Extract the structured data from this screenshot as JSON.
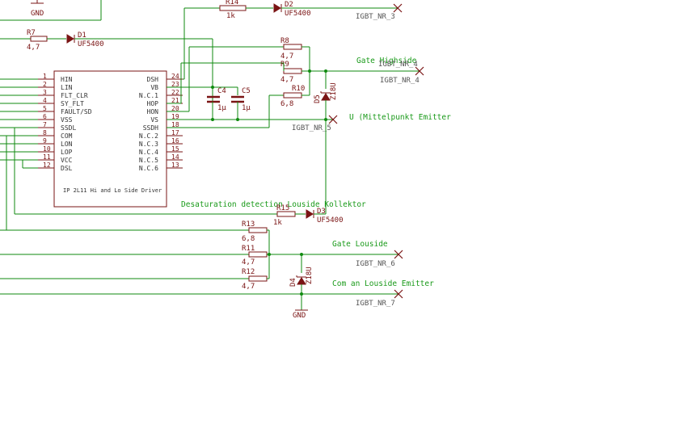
{
  "ic": {
    "title": "IP 2L11 Hi and Lo Side Driver",
    "left_pins": [
      {
        "num": "1",
        "name": "HIN"
      },
      {
        "num": "2",
        "name": "LIN"
      },
      {
        "num": "3",
        "name": "FLT_CLR"
      },
      {
        "num": "4",
        "name": "SY_FLT"
      },
      {
        "num": "5",
        "name": "FAULT/SD"
      },
      {
        "num": "6",
        "name": "VSS"
      },
      {
        "num": "7",
        "name": "SSDL"
      },
      {
        "num": "8",
        "name": "COM"
      },
      {
        "num": "9",
        "name": "LON"
      },
      {
        "num": "10",
        "name": "LOP"
      },
      {
        "num": "11",
        "name": "VCC"
      },
      {
        "num": "12",
        "name": "DSL"
      }
    ],
    "right_pins": [
      {
        "num": "24",
        "name": "DSH"
      },
      {
        "num": "23",
        "name": "VB"
      },
      {
        "num": "22",
        "name": "N.C.1"
      },
      {
        "num": "21",
        "name": "HOP"
      },
      {
        "num": "20",
        "name": "HON"
      },
      {
        "num": "19",
        "name": "VS"
      },
      {
        "num": "18",
        "name": "SSDH"
      },
      {
        "num": "17",
        "name": "N.C.2"
      },
      {
        "num": "16",
        "name": "N.C.3"
      },
      {
        "num": "15",
        "name": "N.C.4"
      },
      {
        "num": "14",
        "name": "N.C.5"
      },
      {
        "num": "13",
        "name": "N.C.6"
      }
    ]
  },
  "parts": {
    "gnd_top": "GND",
    "gnd_bottom": "GND",
    "r14": {
      "name": "R14",
      "value": "1k"
    },
    "d2": {
      "name": "D2",
      "value": "UF5400"
    },
    "r7": {
      "name": "R7",
      "value": "4,7"
    },
    "d1": {
      "name": "D1",
      "value": "UF5400"
    },
    "r8": {
      "name": "R8",
      "value": "4,7"
    },
    "r9": {
      "name": "R9",
      "value": "4,7"
    },
    "r10": {
      "name": "R10",
      "value": "6,8"
    },
    "c4": {
      "name": "C4",
      "value": "1µ"
    },
    "c5": {
      "name": "C5",
      "value": "1µ"
    },
    "d5": {
      "name": "D5",
      "value": "Z18U"
    },
    "r15": {
      "name": "R15",
      "value": "1k"
    },
    "d3": {
      "name": "D3",
      "value": "UF5400"
    },
    "r13": {
      "name": "R13",
      "value": "6,8"
    },
    "r11": {
      "name": "R11",
      "value": "4,7"
    },
    "r12": {
      "name": "R12",
      "value": "4,7"
    },
    "d4": {
      "name": "D4",
      "value": "Z18U"
    }
  },
  "nets": {
    "igbt3": "IGBT_NR_3",
    "gate_high": "Gate Highside",
    "igbt4a": "IGBT_NR_4",
    "igbt4b": "IGBT_NR_4",
    "u_emitter": "U  (Mittelpunkt Emitter",
    "igbt5": "IGBT_NR_5",
    "desat": "Desaturation detection Louside Kollektor",
    "gate_low": "Gate Louside",
    "igbt6": "IGBT_NR_6",
    "com_low": "Com an Louside Emitter",
    "igbt7": "IGBT_NR_7"
  }
}
